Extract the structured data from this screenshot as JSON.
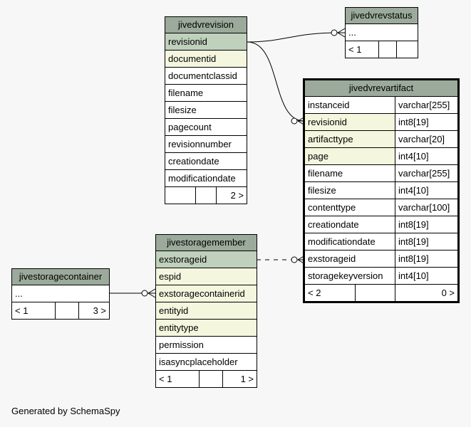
{
  "footer_text": "Generated by SchemaSpy",
  "colors": {
    "header": "#9baa9a",
    "primary_key": "#bfd0bc",
    "foreign_key": "#f4f7de",
    "background": "#f7f7f7"
  },
  "tables": {
    "jivedvrevision": {
      "title": "jivedvrevision",
      "columns": [
        {
          "name": "revisionid",
          "kind": "pk"
        },
        {
          "name": "documentid",
          "kind": "fk"
        },
        {
          "name": "documentclassid",
          "kind": "plain"
        },
        {
          "name": "filename",
          "kind": "plain"
        },
        {
          "name": "filesize",
          "kind": "plain"
        },
        {
          "name": "pagecount",
          "kind": "plain"
        },
        {
          "name": "revisionnumber",
          "kind": "plain"
        },
        {
          "name": "creationdate",
          "kind": "plain"
        },
        {
          "name": "modificationdate",
          "kind": "plain"
        }
      ],
      "footer": [
        "",
        "",
        "2 >"
      ]
    },
    "jivedvrevstatus": {
      "title": "jivedvrevstatus",
      "columns": [
        {
          "name": "...",
          "kind": "plain"
        }
      ],
      "footer": [
        "< 1",
        "",
        ""
      ]
    },
    "jivedvrevartifact": {
      "title": "jivedvrevartifact",
      "columns": [
        {
          "name": "instanceid",
          "type": "varchar[255]",
          "kind": "plain"
        },
        {
          "name": "revisionid",
          "type": "int8[19]",
          "kind": "fk"
        },
        {
          "name": "artifacttype",
          "type": "varchar[20]",
          "kind": "fk"
        },
        {
          "name": "page",
          "type": "int4[10]",
          "kind": "fk"
        },
        {
          "name": "filename",
          "type": "varchar[255]",
          "kind": "plain"
        },
        {
          "name": "filesize",
          "type": "int4[10]",
          "kind": "plain"
        },
        {
          "name": "contenttype",
          "type": "varchar[100]",
          "kind": "plain"
        },
        {
          "name": "creationdate",
          "type": "int8[19]",
          "kind": "plain"
        },
        {
          "name": "modificationdate",
          "type": "int8[19]",
          "kind": "plain"
        },
        {
          "name": "exstorageid",
          "type": "int8[19]",
          "kind": "plain"
        },
        {
          "name": "storagekeyversion",
          "type": "int4[10]",
          "kind": "plain"
        }
      ],
      "footer": [
        "< 2",
        "",
        "0 >"
      ]
    },
    "jivestoragemember": {
      "title": "jivestoragemember",
      "columns": [
        {
          "name": "exstorageid",
          "kind": "pk"
        },
        {
          "name": "espid",
          "kind": "fk"
        },
        {
          "name": "exstoragecontainerid",
          "kind": "fk"
        },
        {
          "name": "entityid",
          "kind": "fk"
        },
        {
          "name": "entitytype",
          "kind": "fk"
        },
        {
          "name": "permission",
          "kind": "plain"
        },
        {
          "name": "isasyncplaceholder",
          "kind": "plain"
        }
      ],
      "footer": [
        "< 1",
        "",
        "1 >"
      ]
    },
    "jivestoragecontainer": {
      "title": "jivestoragecontainer",
      "columns": [
        {
          "name": "...",
          "kind": "plain"
        }
      ],
      "footer": [
        "< 1",
        "",
        "3 >"
      ]
    }
  }
}
